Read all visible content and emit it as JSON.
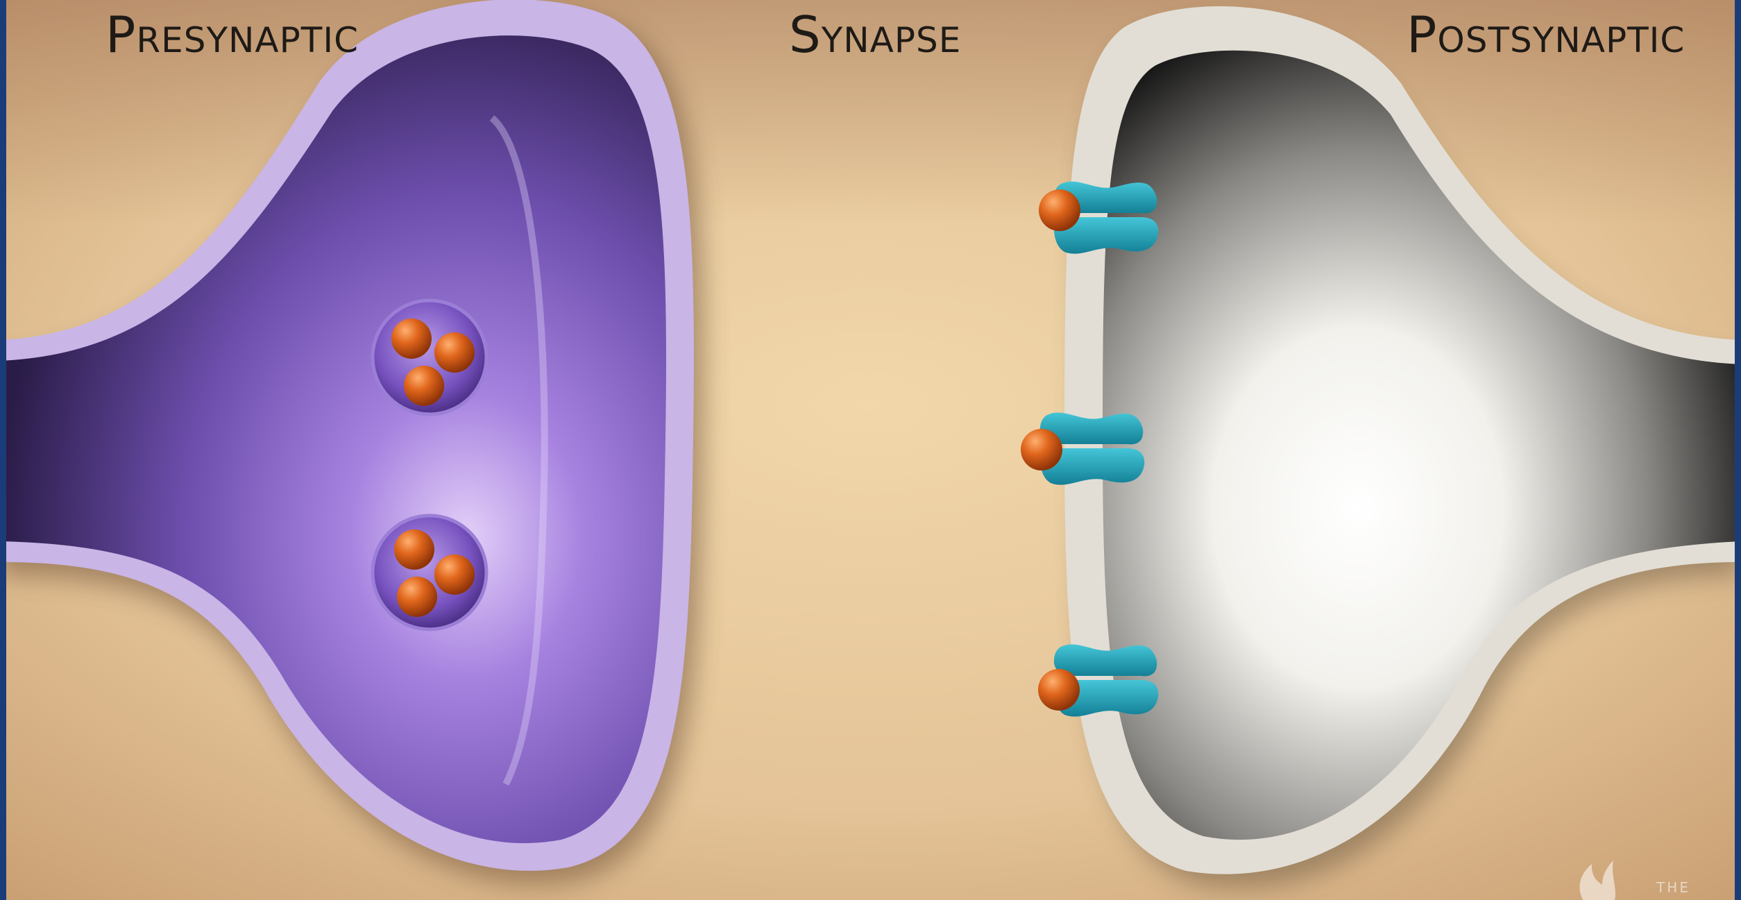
{
  "labels": {
    "presynaptic": "Presynaptic",
    "synapse": "Synapse",
    "postsynaptic": "Postsynaptic"
  },
  "watermark": "THE",
  "colors": {
    "frame": "#1a3d7a",
    "background": "#e8c9a0",
    "presynaptic_fill": "#7e5cc0",
    "presynaptic_membrane": "#c9b5e6",
    "postsynaptic_fill": "#f2f0ea",
    "postsynaptic_membrane": "#e2ded5",
    "neurotransmitter": "#e0661c",
    "receptor": "#1fa3b8"
  },
  "vesicles": [
    {
      "name": "vesicle-upper",
      "neurotransmitters": 3
    },
    {
      "name": "vesicle-lower",
      "neurotransmitters": 3
    }
  ],
  "receptors": [
    {
      "name": "receptor-top",
      "bound": true
    },
    {
      "name": "receptor-middle",
      "bound": true
    },
    {
      "name": "receptor-bottom",
      "bound": true
    }
  ]
}
